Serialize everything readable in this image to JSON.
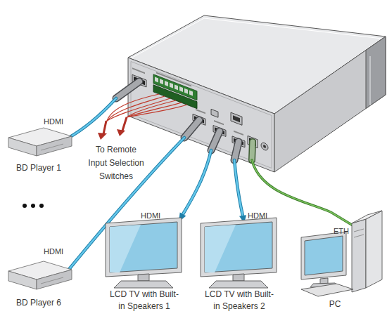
{
  "diagram": {
    "nodes": [
      {
        "text": [
          "BD Player 1"
        ]
      },
      {
        "text": [
          "BD Player 6"
        ]
      },
      {
        "text": [
          "LCD TV with Built-in Speakers 1"
        ]
      },
      {
        "text": [
          "LCD TV with Built-in Speakers 2"
        ]
      },
      {
        "text": [
          "PC"
        ]
      }
    ],
    "labels": [
      "HDMI",
      "To Remote Input Selection Switches",
      "HDMI",
      "HDMI",
      "HDMI",
      "ETH"
    ]
  }
}
